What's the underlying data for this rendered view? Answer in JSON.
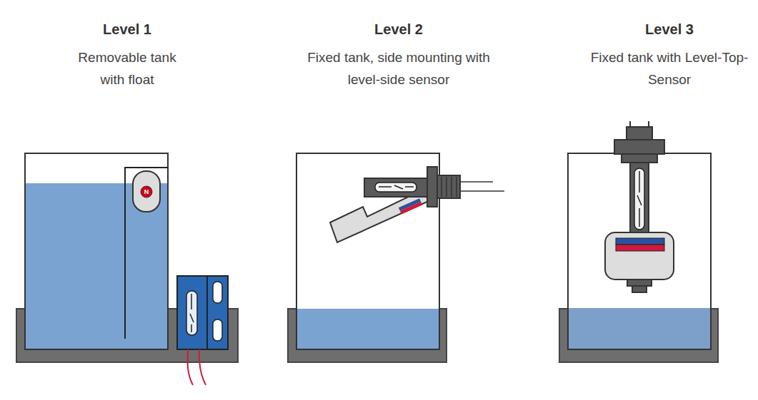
{
  "diagram": {
    "labels": [
      "Level 1",
      "Removable tank with float",
      "Level 2",
      "Fixed tank, side mounting with level-side sensor",
      "Level 3",
      "Fixed tank with Level-Top-Sensor",
      "N"
    ]
  }
}
